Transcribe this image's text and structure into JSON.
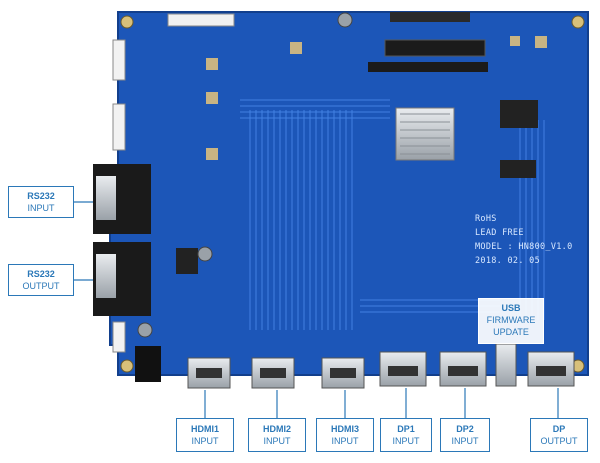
{
  "colors": {
    "board": "#1c56b8",
    "accent": "#2b78b8",
    "trace": "#6ea6ff",
    "metal": "#c9ced4"
  },
  "callouts": {
    "rs232_input": {
      "line1": "RS232",
      "line2": "INPUT"
    },
    "rs232_output": {
      "line1": "RS232",
      "line2": "OUTPUT"
    },
    "hdmi1": {
      "line1": "HDMI1",
      "line2": "INPUT"
    },
    "hdmi2": {
      "line1": "HDMI2",
      "line2": "INPUT"
    },
    "hdmi3": {
      "line1": "HDMI3",
      "line2": "INPUT"
    },
    "dp1": {
      "line1": "DP1",
      "line2": "INPUT"
    },
    "dp2": {
      "line1": "DP2",
      "line2": "INPUT"
    },
    "dp_output": {
      "line1": "DP",
      "line2": "OUTPUT"
    },
    "usb": {
      "line1": "USB",
      "line2": "FIRMWARE",
      "line3": "UPDATE"
    }
  },
  "silkscreen": {
    "rohs": "RoHS",
    "lead_free": "LEAD FREE",
    "model": "MODEL : HN800_V1.0",
    "date": "2018. 02. 05"
  }
}
